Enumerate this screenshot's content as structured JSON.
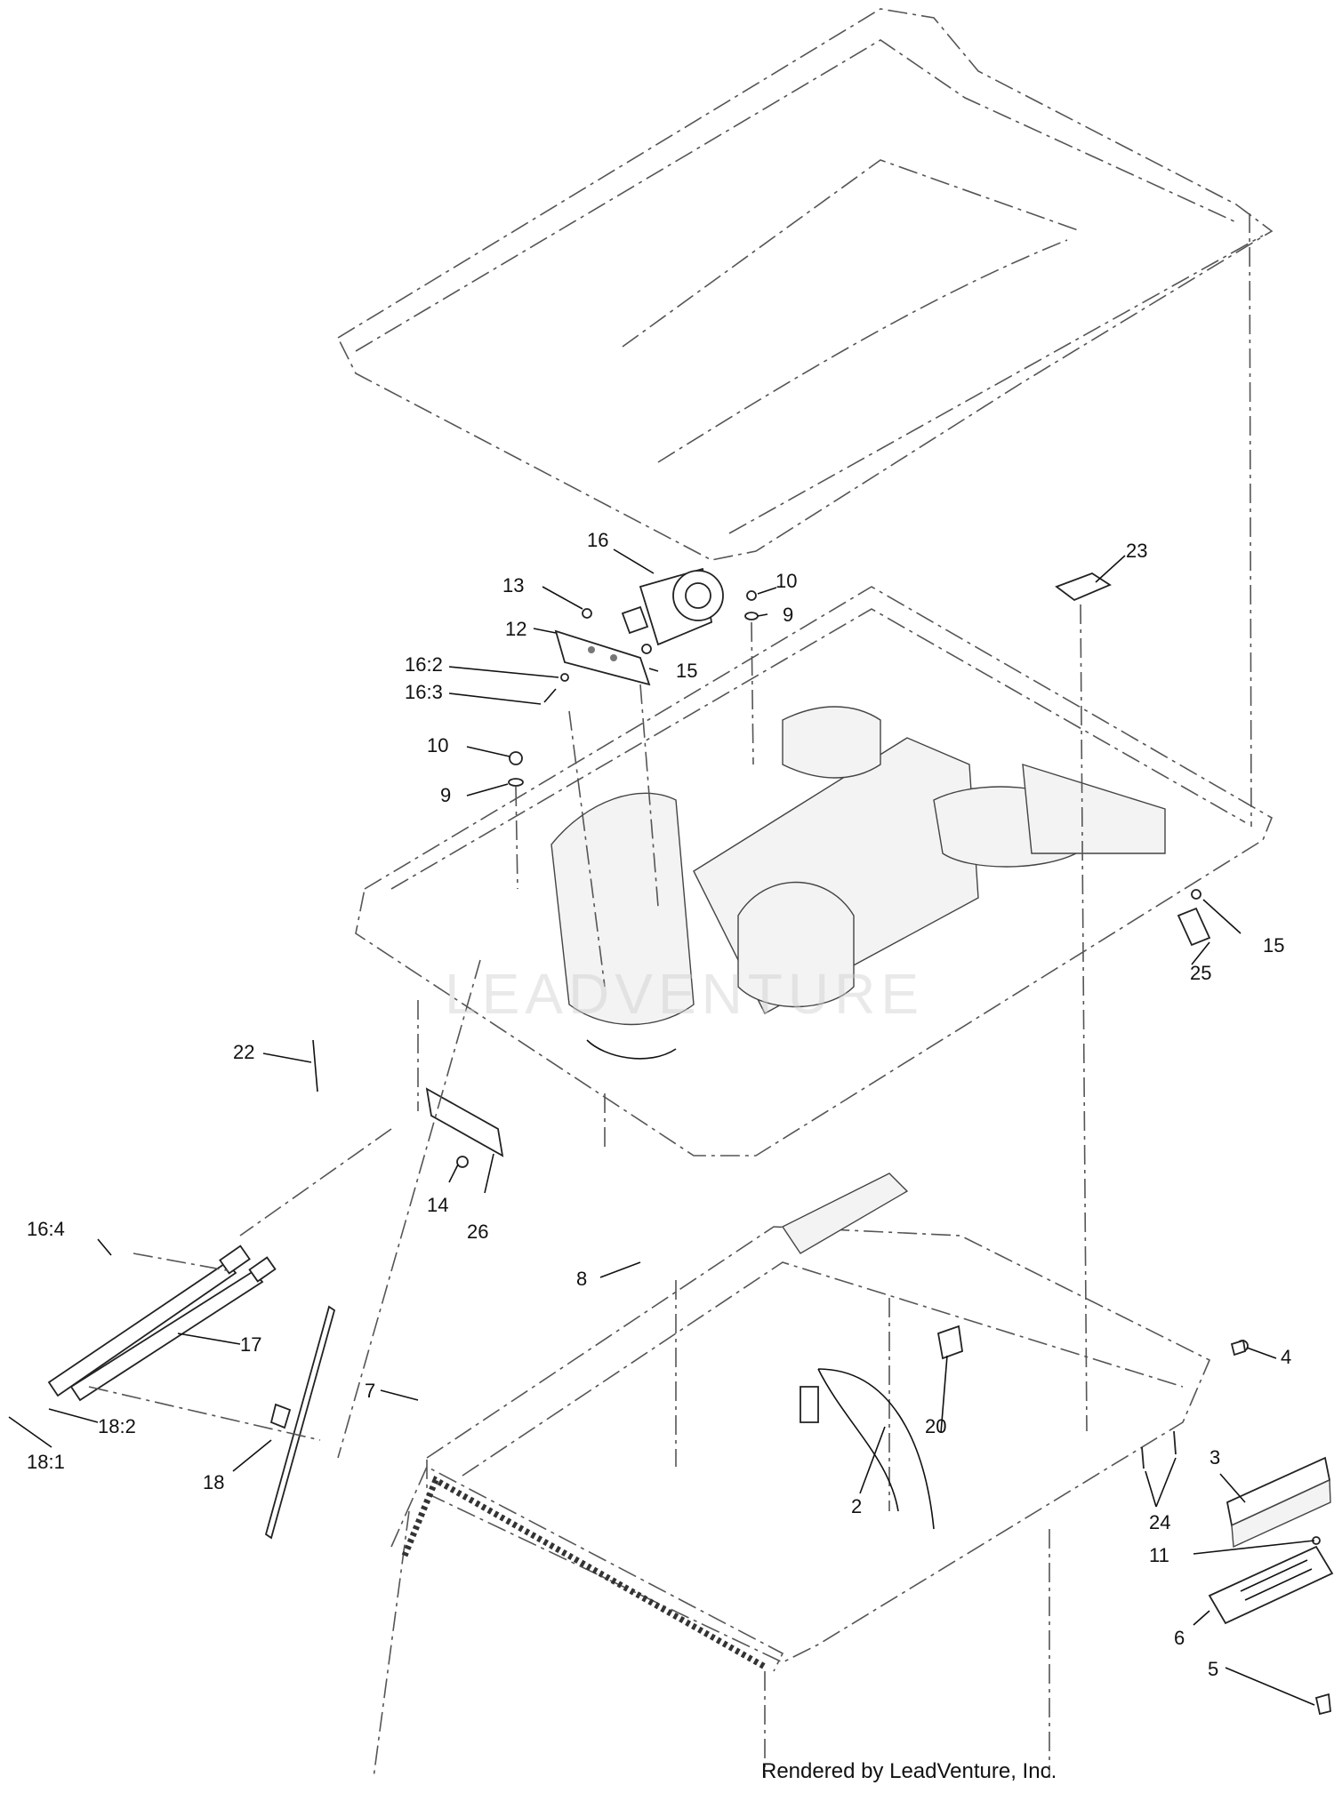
{
  "callouts": [
    "16",
    "13",
    "12",
    "10",
    "9",
    "16:2",
    "15",
    "16:3",
    "10",
    "9",
    "23",
    "15",
    "25",
    "22",
    "14",
    "26",
    "16:4",
    "17",
    "8",
    "4",
    "7",
    "18:2",
    "18:1",
    "20",
    "2",
    "3",
    "18",
    "24",
    "11",
    "6",
    "5"
  ],
  "watermark": "LEADVENTURE",
  "credit": "Rendered by LeadVenture, Inc."
}
